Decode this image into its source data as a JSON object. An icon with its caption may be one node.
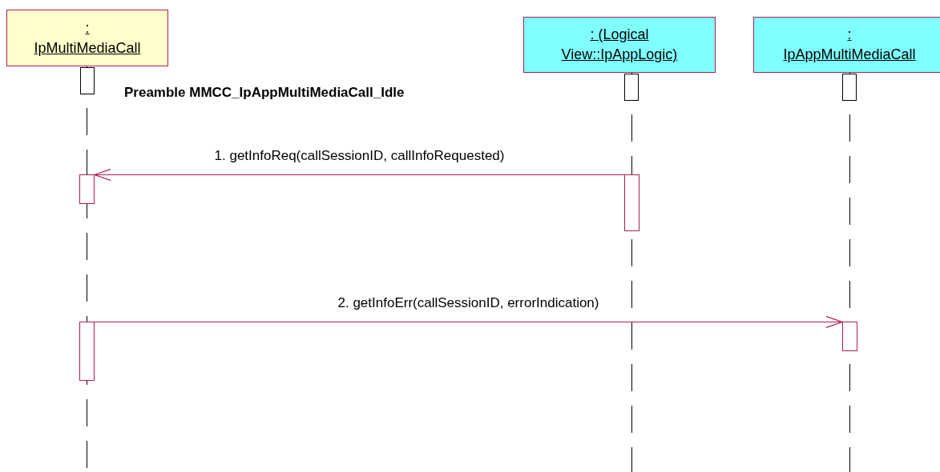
{
  "diagram": {
    "nodes": [
      {
        "text": [
          ": IpMultiMediaCall"
        ]
      },
      {
        "text": [
          ": (Logical View::IpAppLogic)"
        ]
      },
      {
        "text": [
          ": IpAppMultiMediaCall"
        ]
      },
      {
        "text": [],
        "shape": "bar"
      },
      {
        "text": [],
        "shape": "bar"
      },
      {
        "text": [],
        "shape": "bar"
      },
      {
        "text": [],
        "shape": "bar"
      }
    ],
    "edges": [
      {
        "from": 4,
        "to": 3,
        "arrow": "to",
        "label": "1. getInfoReq(callSessionID, callInfoRequested)"
      },
      {
        "from": 5,
        "to": 6,
        "arrow": "to",
        "label": "2. getInfoErr(callSessionID, errorIndication)"
      }
    ],
    "labels": [
      "Preamble MMCC_IpAppMultiMediaCall_Idle"
    ]
  }
}
